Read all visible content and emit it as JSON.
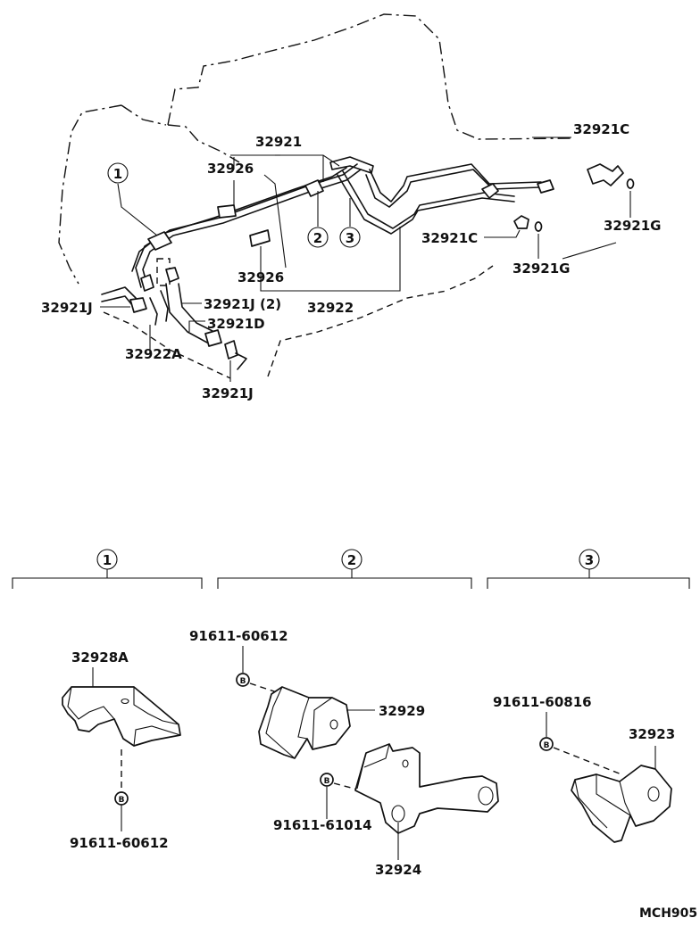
{
  "callouts": {
    "top_1": "1",
    "top_2": "2",
    "top_3": "3",
    "sec_1": "1",
    "sec_2": "2",
    "sec_3": "3"
  },
  "labels": {
    "p32921": "32921",
    "p32921C_top": "32921C",
    "p32926_top": "32926",
    "p32921G_right": "32921G",
    "p32921C_mid": "32921C",
    "p32921G_mid": "32921G",
    "p32926_bottom": "32926",
    "p32921J_left": "32921J",
    "p32921J_2": "32921J (2)",
    "p32922": "32922",
    "p32921D": "32921D",
    "p32922A": "32922A",
    "p32921J_bottom": "32921J",
    "p32928A": "32928A",
    "bolt_1": "91611-60612",
    "bolt_2_top": "91611-60612",
    "p32929": "32929",
    "bolt_3": "91611-60816",
    "p32923": "32923",
    "bolt_2_bottom": "91611-61014",
    "p32924": "32924",
    "bolt_marker": "B",
    "code": "MCH905"
  }
}
